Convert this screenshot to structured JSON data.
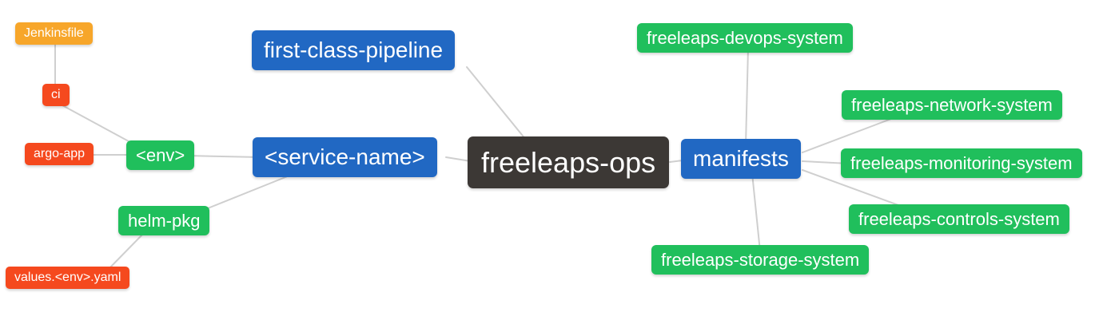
{
  "diagram": {
    "type": "mindmap",
    "root": "freeleaps-ops",
    "nodes": {
      "root": {
        "label": "freeleaps-ops",
        "color": "#3c3835"
      },
      "fcp": {
        "label": "first-class-pipeline",
        "color": "#2168c3"
      },
      "service": {
        "label": "<service-name>",
        "color": "#2168c3"
      },
      "manifests": {
        "label": "manifests",
        "color": "#2168c3"
      },
      "env": {
        "label": "<env>",
        "color": "#20bf5c"
      },
      "helm": {
        "label": "helm-pkg",
        "color": "#20bf5c"
      },
      "ci": {
        "label": "ci",
        "color": "#f5491e"
      },
      "argo": {
        "label": "argo-app",
        "color": "#f5491e"
      },
      "values": {
        "label": "values.<env>.yaml",
        "color": "#f5491e"
      },
      "jenkinsfile": {
        "label": "Jenkinsfile",
        "color": "#f7a62a"
      },
      "devops": {
        "label": "freeleaps-devops-system",
        "color": "#20bf5c"
      },
      "network": {
        "label": "freeleaps-network-system",
        "color": "#20bf5c"
      },
      "monitoring": {
        "label": "freeleaps-monitoring-system",
        "color": "#20bf5c"
      },
      "controls": {
        "label": "freeleaps-controls-system",
        "color": "#20bf5c"
      },
      "storage": {
        "label": "freeleaps-storage-system",
        "color": "#20bf5c"
      }
    },
    "edges": [
      [
        "freeleaps-ops",
        "first-class-pipeline"
      ],
      [
        "freeleaps-ops",
        "<service-name>"
      ],
      [
        "freeleaps-ops",
        "manifests"
      ],
      [
        "<service-name>",
        "<env>"
      ],
      [
        "<service-name>",
        "helm-pkg"
      ],
      [
        "<env>",
        "ci"
      ],
      [
        "<env>",
        "argo-app"
      ],
      [
        "ci",
        "Jenkinsfile"
      ],
      [
        "helm-pkg",
        "values.<env>.yaml"
      ],
      [
        "manifests",
        "freeleaps-devops-system"
      ],
      [
        "manifests",
        "freeleaps-network-system"
      ],
      [
        "manifests",
        "freeleaps-monitoring-system"
      ],
      [
        "manifests",
        "freeleaps-controls-system"
      ],
      [
        "manifests",
        "freeleaps-storage-system"
      ]
    ],
    "colors": {
      "background": "#ffffff",
      "edge": "#cfcfcf",
      "root_node": "#3c3835",
      "branch_node": "#2168c3",
      "green_node": "#20bf5c",
      "red_node": "#f5491e",
      "orange_node": "#f7a62a",
      "text": "#ffffff"
    }
  }
}
